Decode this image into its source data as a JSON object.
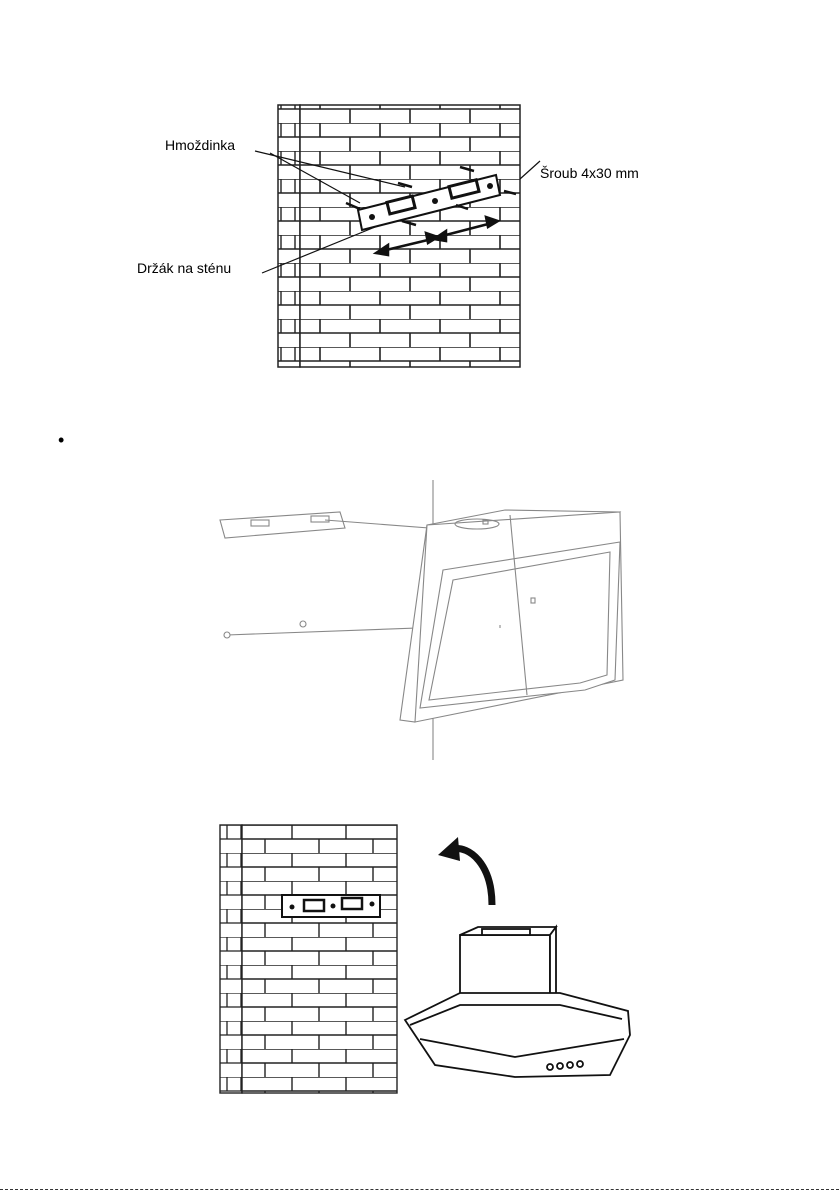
{
  "figure1": {
    "labels": {
      "anchor": "Hmoždinka",
      "screw": "Šroub 4x30 mm",
      "bracket": "Držák na sténu"
    },
    "icons": [
      "brick-wall-icon",
      "wall-bracket-icon",
      "screw-icon",
      "arrow-icon"
    ]
  },
  "bullet": {
    "symbol": "•"
  },
  "figure2": {
    "icons": [
      "bracket-plate-icon",
      "hood-side-view-icon",
      "guide-line-icon"
    ]
  },
  "figure3": {
    "icons": [
      "brick-wall-icon",
      "wall-bracket-icon",
      "rotate-arrow-icon",
      "cooker-hood-icon"
    ]
  }
}
